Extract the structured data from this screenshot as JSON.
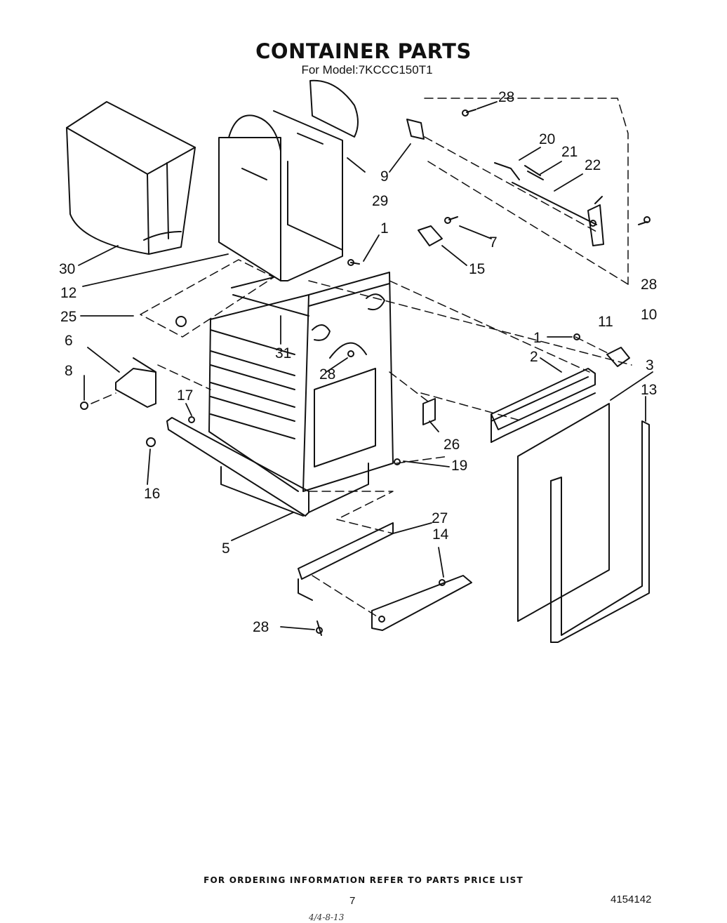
{
  "header": {
    "title": "CONTAINER PARTS",
    "model": "For Model:7KCCC150T1"
  },
  "callouts": [
    "28",
    "20",
    "21",
    "22",
    "9",
    "29",
    "1",
    "7",
    "15",
    "30",
    "12",
    "28",
    "25",
    "31",
    "10",
    "6",
    "1",
    "11",
    "2",
    "3",
    "8",
    "28",
    "17",
    "26",
    "13",
    "19",
    "16",
    "27",
    "5",
    "14",
    "28"
  ],
  "footer": {
    "ordering_note": "FOR ORDERING INFORMATION REFER TO PARTS PRICE LIST",
    "page_number": "7",
    "document_number": "4154142",
    "handwritten_note": "4/4-8-13"
  }
}
